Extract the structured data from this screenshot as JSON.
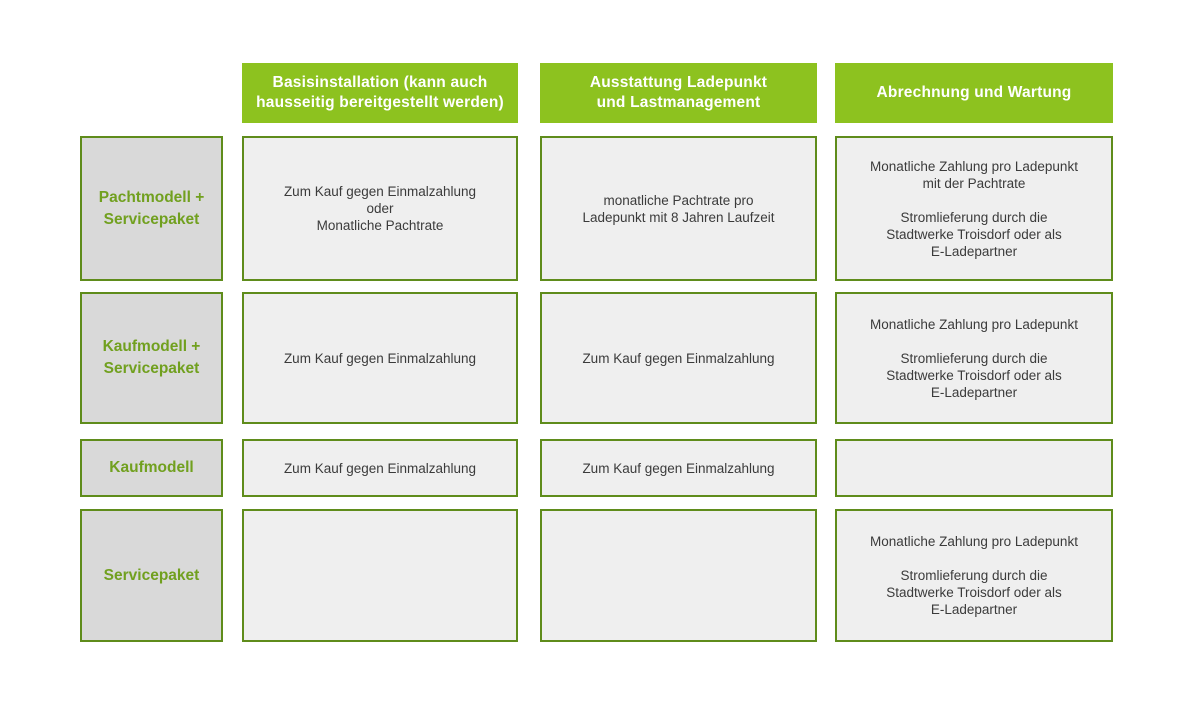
{
  "colors": {
    "header_green": "#8dc21f",
    "border_green": "#5f8c1b",
    "label_background": "#d9d9d9",
    "cell_background": "#efefef",
    "label_text_green": "#71a01f",
    "body_text": "#3b3b3b",
    "header_text": "#ffffff",
    "page_background": "#ffffff"
  },
  "table": {
    "column_headers": [
      "Basisinstallation (kann auch\nhausseitig bereitgestellt werden)",
      "Ausstattung Ladepunkt\nund Lastmanagement",
      "Abrechnung und Wartung"
    ],
    "rows": [
      {
        "label": "Pachtmodell +\nServicepaket",
        "cells": [
          "Zum Kauf gegen Einmalzahlung\noder\nMonatliche Pachtrate",
          "monatliche Pachtrate pro\nLadepunkt mit 8 Jahren Laufzeit",
          "Monatliche Zahlung pro Ladepunkt\nmit der Pachtrate\n\nStromlieferung durch die\nStadtwerke Troisdorf oder als\nE-Ladepartner"
        ]
      },
      {
        "label": "Kaufmodell +\nServicepaket",
        "cells": [
          "Zum Kauf gegen Einmalzahlung",
          "Zum Kauf gegen Einmalzahlung",
          "Monatliche Zahlung pro Ladepunkt\n\nStromlieferung durch die\nStadtwerke Troisdorf oder als\nE-Ladepartner"
        ]
      },
      {
        "label": "Kaufmodell",
        "cells": [
          "Zum Kauf gegen Einmalzahlung",
          "Zum Kauf gegen Einmalzahlung",
          ""
        ]
      },
      {
        "label": "Servicepaket",
        "cells": [
          "",
          "",
          "Monatliche Zahlung pro Ladepunkt\n\nStromlieferung durch die\nStadtwerke Troisdorf oder als\nE-Ladepartner"
        ]
      }
    ]
  },
  "chart_data": {
    "type": "table",
    "title": "",
    "columns": [
      "",
      "Basisinstallation (kann auch hausseitig bereitgestellt werden)",
      "Ausstattung Ladepunkt und Lastmanagement",
      "Abrechnung und Wartung"
    ],
    "rows": [
      [
        "Pachtmodell + Servicepaket",
        "Zum Kauf gegen Einmalzahlung oder Monatliche Pachtrate",
        "monatliche Pachtrate pro Ladepunkt mit 8 Jahren Laufzeit",
        "Monatliche Zahlung pro Ladepunkt mit der Pachtrate; Stromlieferung durch die Stadtwerke Troisdorf oder als E-Ladepartner"
      ],
      [
        "Kaufmodell + Servicepaket",
        "Zum Kauf gegen Einmalzahlung",
        "Zum Kauf gegen Einmalzahlung",
        "Monatliche Zahlung pro Ladepunkt; Stromlieferung durch die Stadtwerke Troisdorf oder als E-Ladepartner"
      ],
      [
        "Kaufmodell",
        "Zum Kauf gegen Einmalzahlung",
        "Zum Kauf gegen Einmalzahlung",
        ""
      ],
      [
        "Servicepaket",
        "",
        "",
        "Monatliche Zahlung pro Ladepunkt; Stromlieferung durch die Stadtwerke Troisdorf oder als E-Ladepartner"
      ]
    ],
    "layout": "matrix; first column = row labels (gray boxes, green bold text), header row = green boxes with white bold text, body cells = light gray boxes with dark gray text and green borders"
  }
}
